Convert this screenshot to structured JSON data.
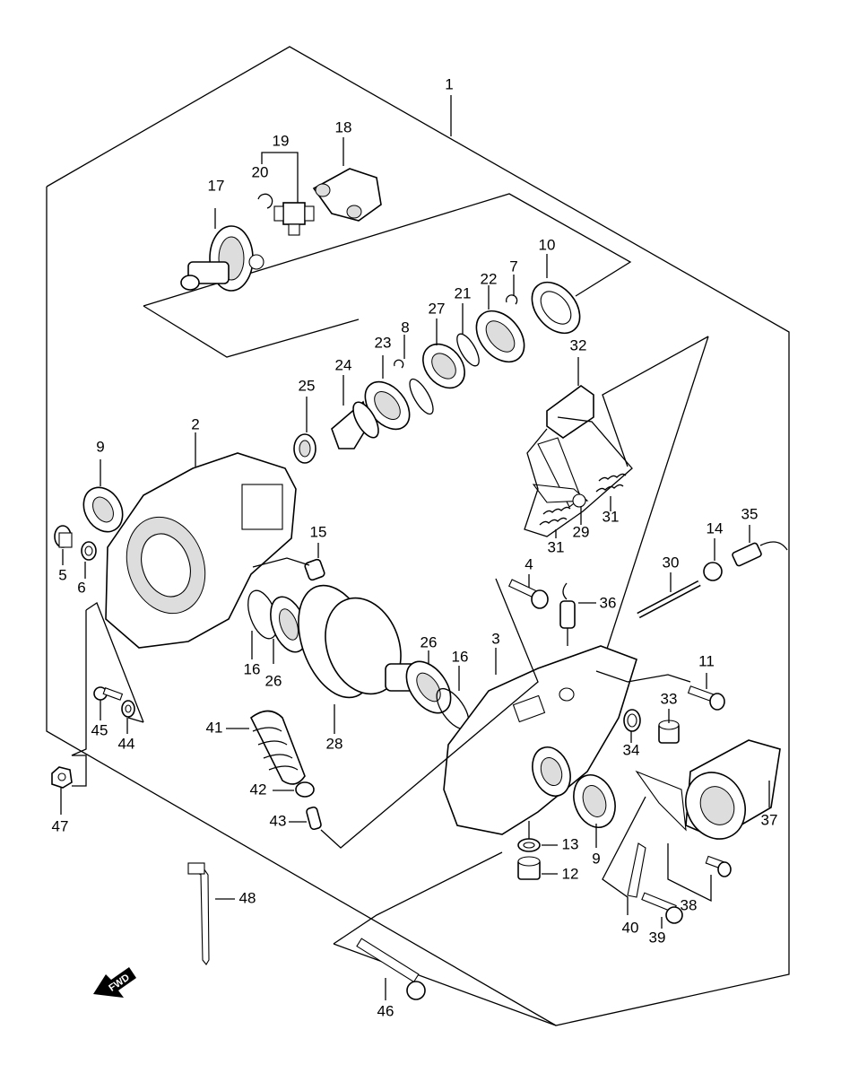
{
  "diagram": {
    "fwd_label": "FWD",
    "callouts": [
      {
        "id": "c1",
        "label": "1"
      },
      {
        "id": "c2",
        "label": "2"
      },
      {
        "id": "c3",
        "label": "3"
      },
      {
        "id": "c4",
        "label": "4"
      },
      {
        "id": "c5",
        "label": "5"
      },
      {
        "id": "c6",
        "label": "6"
      },
      {
        "id": "c7",
        "label": "7"
      },
      {
        "id": "c8",
        "label": "8"
      },
      {
        "id": "c9a",
        "label": "9"
      },
      {
        "id": "c9b",
        "label": "9"
      },
      {
        "id": "c10",
        "label": "10"
      },
      {
        "id": "c11",
        "label": "11"
      },
      {
        "id": "c12",
        "label": "12"
      },
      {
        "id": "c13",
        "label": "13"
      },
      {
        "id": "c14",
        "label": "14"
      },
      {
        "id": "c15",
        "label": "15"
      },
      {
        "id": "c16a",
        "label": "16"
      },
      {
        "id": "c16b",
        "label": "16"
      },
      {
        "id": "c17",
        "label": "17"
      },
      {
        "id": "c18",
        "label": "18"
      },
      {
        "id": "c19",
        "label": "19"
      },
      {
        "id": "c20",
        "label": "20"
      },
      {
        "id": "c21",
        "label": "21"
      },
      {
        "id": "c22",
        "label": "22"
      },
      {
        "id": "c23",
        "label": "23"
      },
      {
        "id": "c24",
        "label": "24"
      },
      {
        "id": "c25",
        "label": "25"
      },
      {
        "id": "c26a",
        "label": "26"
      },
      {
        "id": "c26b",
        "label": "26"
      },
      {
        "id": "c27",
        "label": "27"
      },
      {
        "id": "c28",
        "label": "28"
      },
      {
        "id": "c29",
        "label": "29"
      },
      {
        "id": "c30",
        "label": "30"
      },
      {
        "id": "c31a",
        "label": "31"
      },
      {
        "id": "c31b",
        "label": "31"
      },
      {
        "id": "c32",
        "label": "32"
      },
      {
        "id": "c33",
        "label": "33"
      },
      {
        "id": "c34",
        "label": "34"
      },
      {
        "id": "c35",
        "label": "35"
      },
      {
        "id": "c36",
        "label": "36"
      },
      {
        "id": "c37",
        "label": "37"
      },
      {
        "id": "c38",
        "label": "38"
      },
      {
        "id": "c39",
        "label": "39"
      },
      {
        "id": "c40",
        "label": "40"
      },
      {
        "id": "c41",
        "label": "41"
      },
      {
        "id": "c42",
        "label": "42"
      },
      {
        "id": "c43",
        "label": "43"
      },
      {
        "id": "c44",
        "label": "44"
      },
      {
        "id": "c45",
        "label": "45"
      },
      {
        "id": "c46",
        "label": "46"
      },
      {
        "id": "c47",
        "label": "47"
      },
      {
        "id": "c48",
        "label": "48"
      }
    ]
  }
}
